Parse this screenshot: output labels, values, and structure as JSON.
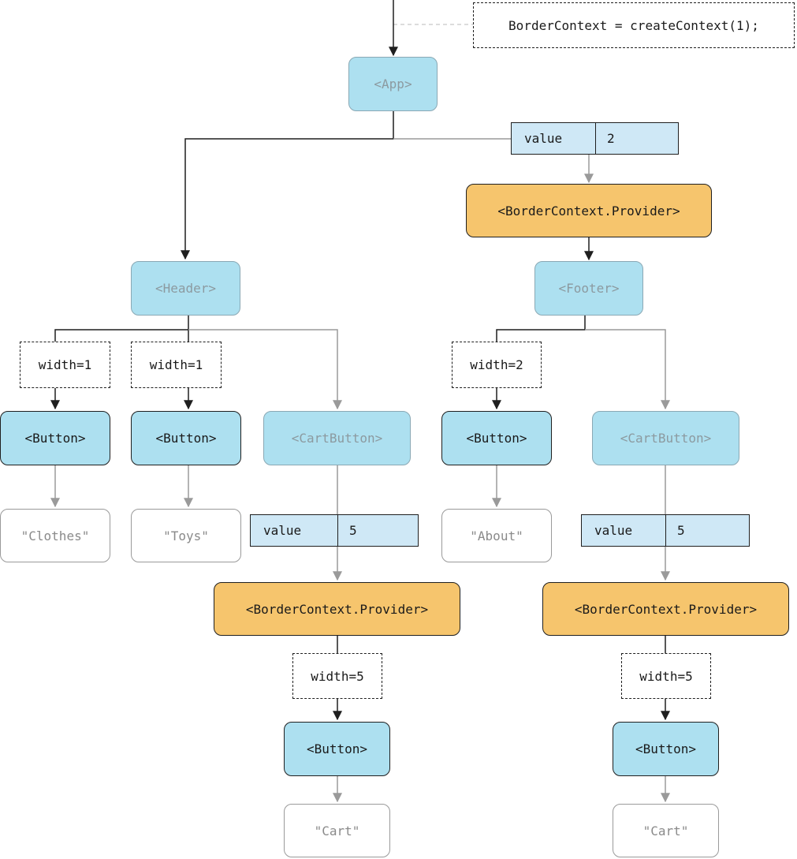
{
  "colors": {
    "component": "#ade0f0",
    "provider": "#f6c56d",
    "value_box": "#cfe8f6",
    "active_line": "#1f1f1f",
    "faded_line": "#9a9a9a"
  },
  "code": "BorderContext = createContext(1);",
  "nodes": {
    "app": "<App>",
    "header": "<Header>",
    "footer": "<Footer>",
    "provider_top": "<BorderContext.Provider>",
    "provider_cart_left": "<BorderContext.Provider>",
    "provider_cart_right": "<BorderContext.Provider>",
    "button_clothes": "<Button>",
    "button_toys": "<Button>",
    "button_about": "<Button>",
    "button_cart_left": "<Button>",
    "button_cart_right": "<Button>",
    "cartbutton_left": "<CartButton>",
    "cartbutton_right": "<CartButton>",
    "text_clothes": "\"Clothes\"",
    "text_toys": "\"Toys\"",
    "text_about": "\"About\"",
    "text_cart_left": "\"Cart\"",
    "text_cart_right": "\"Cart\""
  },
  "props": {
    "clothes": "width=1",
    "toys": "width=1",
    "about": "width=2",
    "cart_left": "width=5",
    "cart_right": "width=5"
  },
  "values": {
    "top": {
      "key": "value",
      "val": "2"
    },
    "cart_left": {
      "key": "value",
      "val": "5"
    },
    "cart_right": {
      "key": "value",
      "val": "5"
    }
  }
}
